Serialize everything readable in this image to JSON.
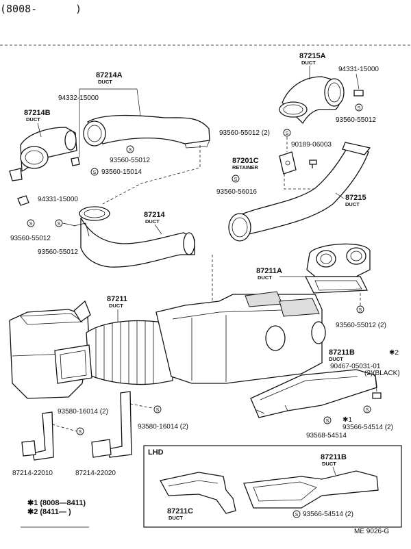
{
  "header": {
    "code": "(8008-",
    "close": ")"
  },
  "footer": {
    "code": "ME 9026-G"
  },
  "legend": {
    "note1": "✱1 (8008—8411)",
    "note2": "✱2 (8411—     )"
  },
  "lhd_box": {
    "title": "LHD"
  },
  "symbol_letter": "S",
  "labels": {
    "p87215A": "87215A",
    "p87215A_sub": "DUCT",
    "p94331_15000_a": "94331-15000",
    "p93560_55012_a": "93560-55012",
    "p87214A": "87214A",
    "p87214A_sub": "DUCT",
    "p94332_15000": "94332-15000",
    "p87214B": "87214B",
    "p87214B_sub": "DUCT",
    "p93560_55012_b": "93560-55012",
    "p93560_15014": "93560-15014",
    "p93560_55012_2a": "93560-55012 (2)",
    "p90189_06003": "90189-06003",
    "p87201C": "87201C",
    "p87201C_sub": "RETAINER",
    "p93560_56016": "93560-56016",
    "p87215": "87215",
    "p87215_sub": "DUCT",
    "p94331_15000_b": "94331-15000",
    "p93560_55012_c": "93560-55012",
    "p87214": "87214",
    "p87214_sub": "DUCT",
    "p93560_55012_d": "93560-55012",
    "p87211A": "87211A",
    "p87211A_sub": "DUCT",
    "p87211": "87211",
    "p87211_sub": "DUCT",
    "p93560_55012_2b": "93560-55012 (2)",
    "p87211B": "87211B",
    "p87211B_sub": "DUCT",
    "p90467_note": "✱2",
    "p90467_05031": "90467-05031-01",
    "p90467_black": "(2)(BLACK)",
    "p93580_16014_2a": "93580-16014 (2)",
    "p93580_16014_2b": "93580-16014 (2)",
    "p93566_54514_note": "✱1",
    "p93566_54514_2": "93566-54514 (2)",
    "p93568_54514": "93568-54514",
    "p87214_22010": "87214-22010",
    "p87214_22020": "87214-22020",
    "p87211B_lhd": "87211B",
    "p87211B_lhd_sub": "DUCT",
    "p87211C": "87211C",
    "p87211C_sub": "DUCT",
    "p93566_54514_lhd": "93566-54514 (2)"
  }
}
